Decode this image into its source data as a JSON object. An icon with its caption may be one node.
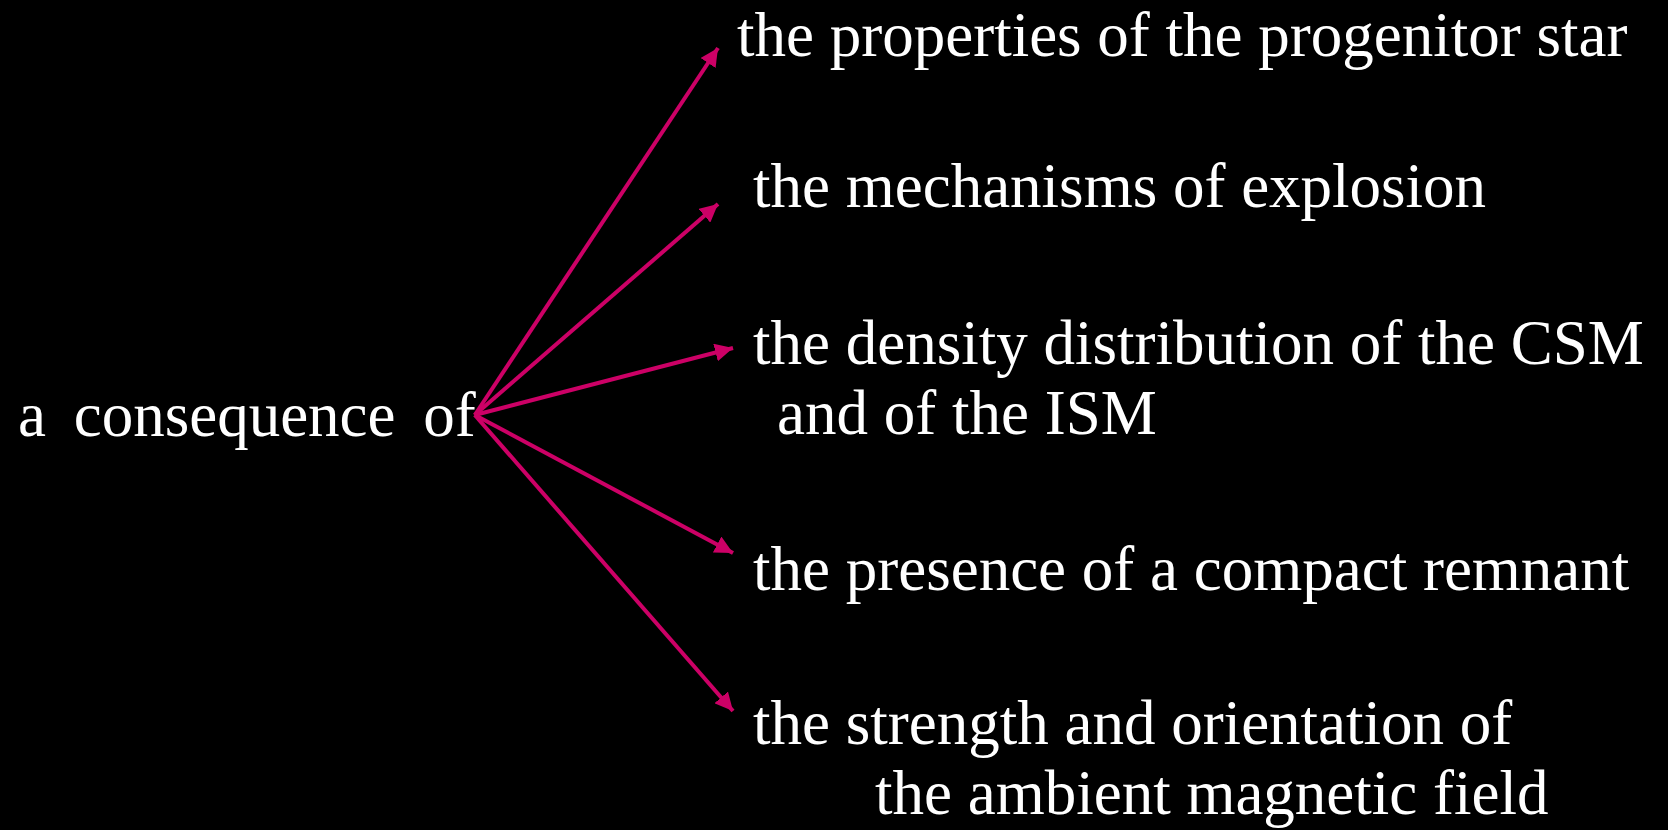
{
  "diagram": {
    "nodes": [
      {
        "text": [
          "a consequence of"
        ]
      },
      {
        "text": [
          "the properties of the progenitor star"
        ]
      },
      {
        "text": [
          "the mechanisms of explosion"
        ]
      },
      {
        "text": [
          "the density distribution of the CSM and of the ISM"
        ]
      },
      {
        "text": [
          "the presence of a compact remnant"
        ]
      },
      {
        "text": [
          "the strength and orientation of the ambient magnetic field"
        ]
      }
    ],
    "edges": [
      {
        "from": 0,
        "to": 1,
        "arrow": "to"
      },
      {
        "from": 0,
        "to": 2,
        "arrow": "to"
      },
      {
        "from": 0,
        "to": 3,
        "arrow": "to"
      },
      {
        "from": 0,
        "to": 4,
        "arrow": "to"
      },
      {
        "from": 0,
        "to": 5,
        "arrow": "to"
      }
    ]
  }
}
